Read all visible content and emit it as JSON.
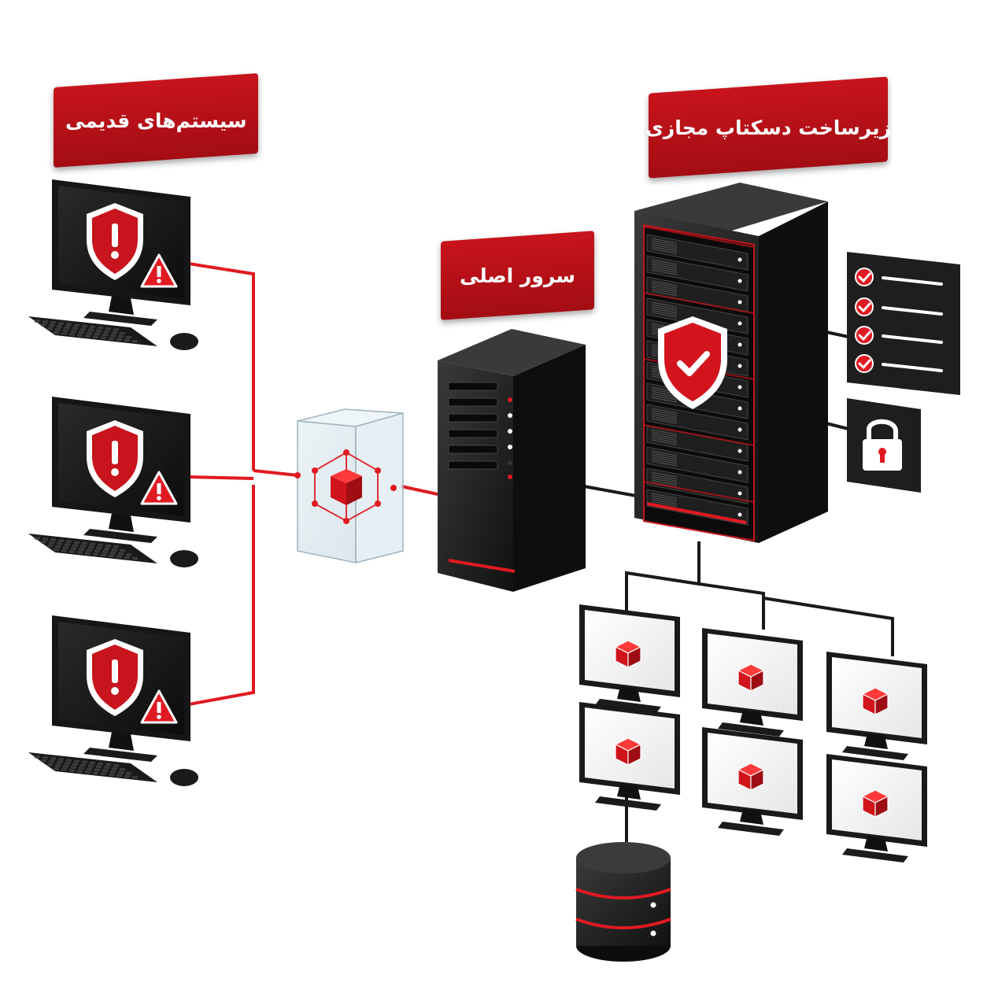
{
  "labels": {
    "legacy_systems": "سیستم‌های قدیمی",
    "main_server": "سرور اصلی",
    "vdi_infrastructure": "زیرساخت دسکتاپ مجازی"
  },
  "colors": {
    "accent_red": "#c8141c",
    "dark": "#1c1c1c",
    "link_red": "#e01a22",
    "link_dark": "#1a1a1a"
  },
  "icons": {
    "legacy_pc": "warning-shield-icon",
    "warning": "warning-triangle-icon",
    "gateway": "glass-cube-node-icon",
    "vdi_shield": "checkmark-shield-icon",
    "checklist": "checklist-icon",
    "lock": "padlock-icon",
    "virtual_desktop": "red-cube-icon",
    "storage": "database-icon"
  }
}
